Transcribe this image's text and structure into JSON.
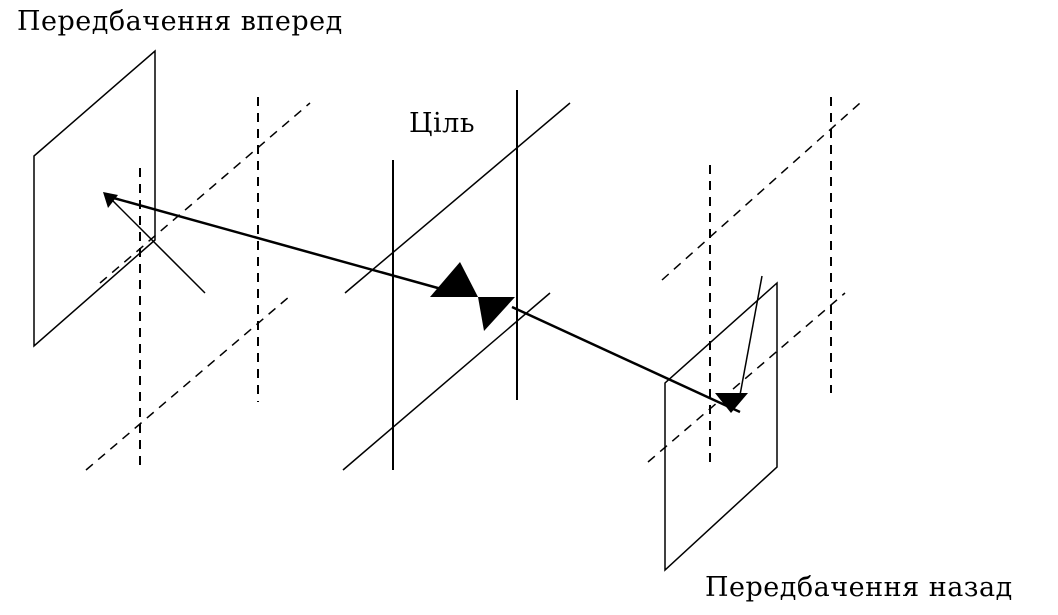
{
  "labels": {
    "forward": "Передбачення вперед",
    "target": "Ціль",
    "backward": "Передбачення назад"
  },
  "colors": {
    "line": "#000000",
    "background": "#ffffff"
  }
}
